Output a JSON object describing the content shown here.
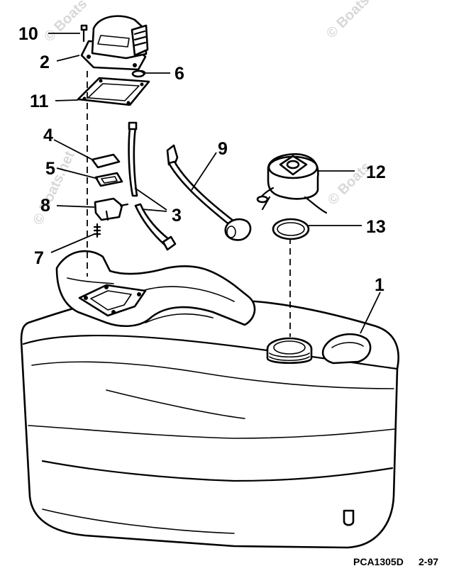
{
  "callouts": {
    "c1": "1",
    "c2": "2",
    "c3": "3",
    "c4": "4",
    "c5": "5",
    "c6": "6",
    "c7": "7",
    "c8": "8",
    "c9": "9",
    "c10": "10",
    "c11": "11",
    "c12": "12",
    "c13": "13"
  },
  "footer": {
    "code": "PCA1305D",
    "date": "2-97"
  },
  "watermark": {
    "text": "© Boats.net",
    "text_short": "© Boats"
  }
}
